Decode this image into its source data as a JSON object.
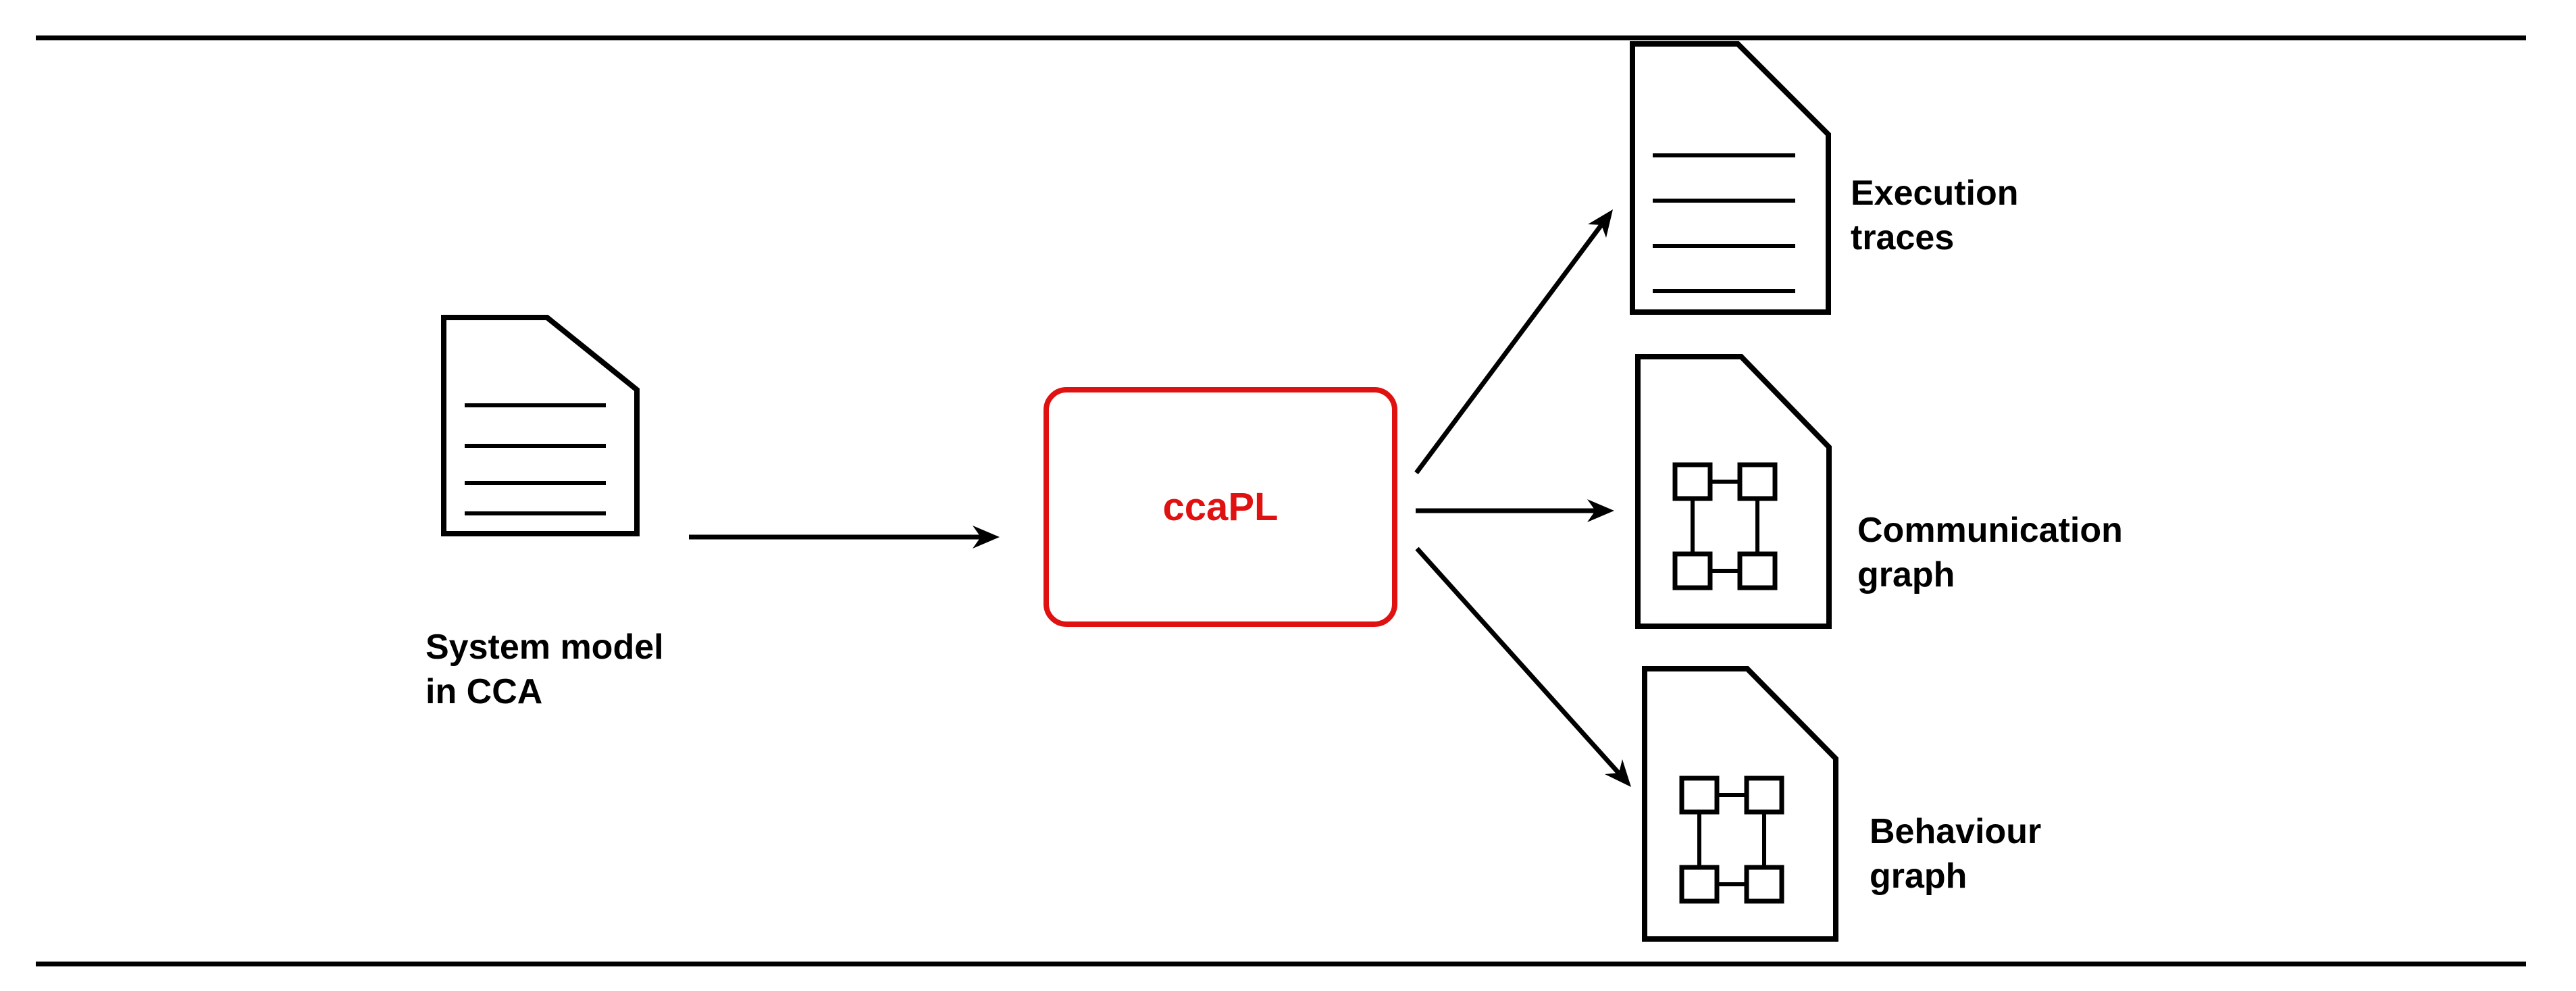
{
  "figure": {
    "background_color": "#ffffff",
    "line_color": "#000000",
    "accent_red": "#e01111",
    "source": {
      "icon": "document-icon",
      "label_line1": "System model",
      "label_line2": "in CCA"
    },
    "tool": {
      "label": "ccaPL"
    },
    "outputs": [
      {
        "id": "execution-traces",
        "icon": "document-text-icon",
        "label_line1": "Execution",
        "label_line2": "traces"
      },
      {
        "id": "communication-graph",
        "icon": "document-graph-icon",
        "label_line1": "Communication",
        "label_line2": "graph"
      },
      {
        "id": "behaviour-graph",
        "icon": "document-graph-icon",
        "label_line1": "Behaviour",
        "label_line2": "graph"
      }
    ]
  }
}
